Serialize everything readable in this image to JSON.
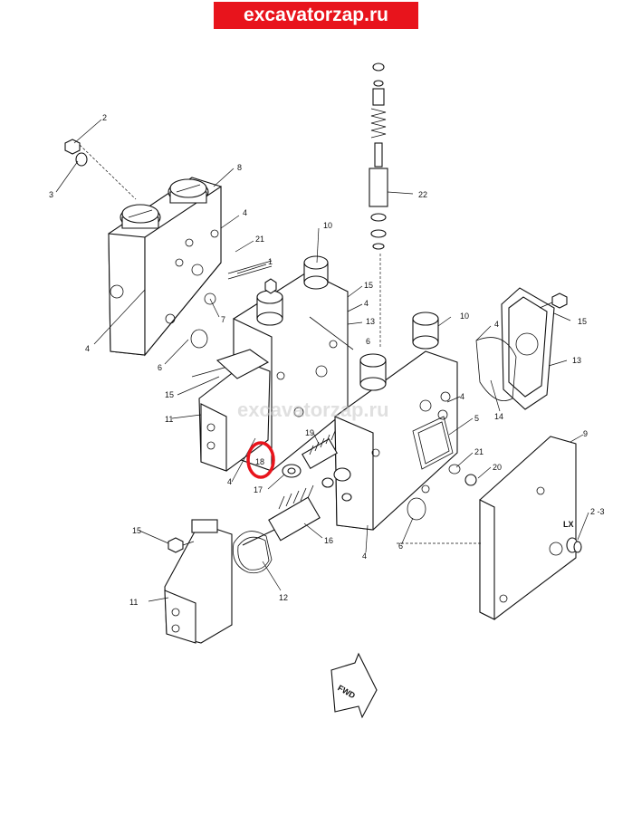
{
  "header": {
    "site_banner": "excavatorzap.ru"
  },
  "watermark": "excavatorzap.ru",
  "highlight": {
    "part": "18",
    "color": "#e8141c"
  },
  "direction_marker": "FWD",
  "stamp_text": "LX",
  "colors": {
    "banner": "#e8141c",
    "line": "#111111",
    "background": "#ffffff"
  },
  "callouts": {
    "c1": "1",
    "c2": "2",
    "c3": "3",
    "c4a": "4",
    "c4b": "4",
    "c4c": "4",
    "c4d": "4",
    "c4e": "4",
    "c4f": "4",
    "c4g": "4",
    "c5": "5",
    "c6a": "6",
    "c6b": "6",
    "c6c": "6",
    "c7": "7",
    "c8": "8",
    "c9": "9",
    "c10a": "10",
    "c10b": "10",
    "c11a": "11",
    "c11b": "11",
    "c12": "12",
    "c13a": "13",
    "c13b": "13",
    "c14": "14",
    "c15a": "15",
    "c15b": "15",
    "c15c": "15",
    "c15d": "15",
    "c16": "16",
    "c17": "17",
    "c18": "18",
    "c19": "19",
    "c20": "20",
    "c21a": "21",
    "c21b": "21",
    "c22": "22",
    "c23": "2 -3"
  }
}
